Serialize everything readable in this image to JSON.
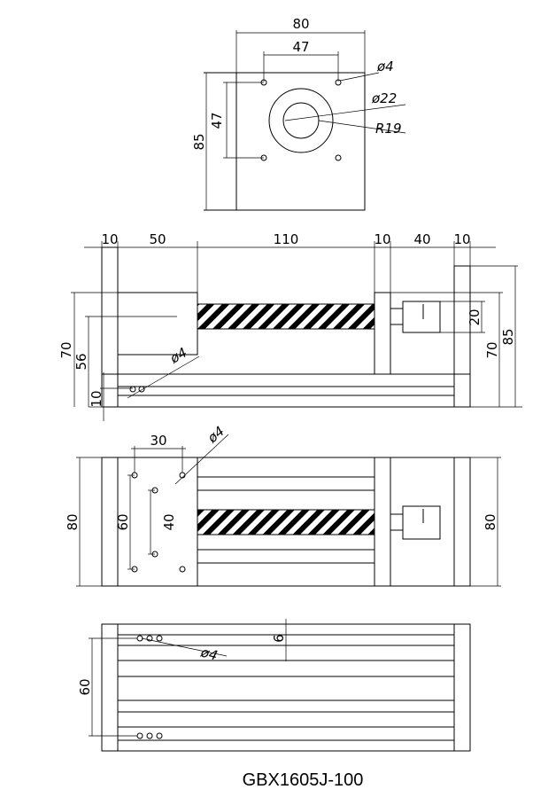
{
  "top_view": {
    "width": "80",
    "hole_spacing": "47",
    "hole_dia": "ø4",
    "bore_dia": "ø22",
    "radius": "R19",
    "height": "85",
    "hole_spacing_v": "47"
  },
  "front_view": {
    "seg1": "10",
    "seg2": "50",
    "seg3": "110",
    "seg4": "10",
    "seg5": "40",
    "seg6": "10",
    "h70_left": "70",
    "h56": "56",
    "h10": "10",
    "hole_dia": "ø4",
    "motor_20": "20",
    "h70_right": "70",
    "h85": "85"
  },
  "plan_view": {
    "spacing_30": "30",
    "hole_dia": "ø4",
    "spacing_60": "60",
    "spacing_40": "40",
    "width_left": "80",
    "width_right": "80"
  },
  "bottom_view": {
    "offset": "6",
    "hole_dia": "ø4",
    "spacing_60": "60"
  },
  "model_code": "GBX1605J-100"
}
